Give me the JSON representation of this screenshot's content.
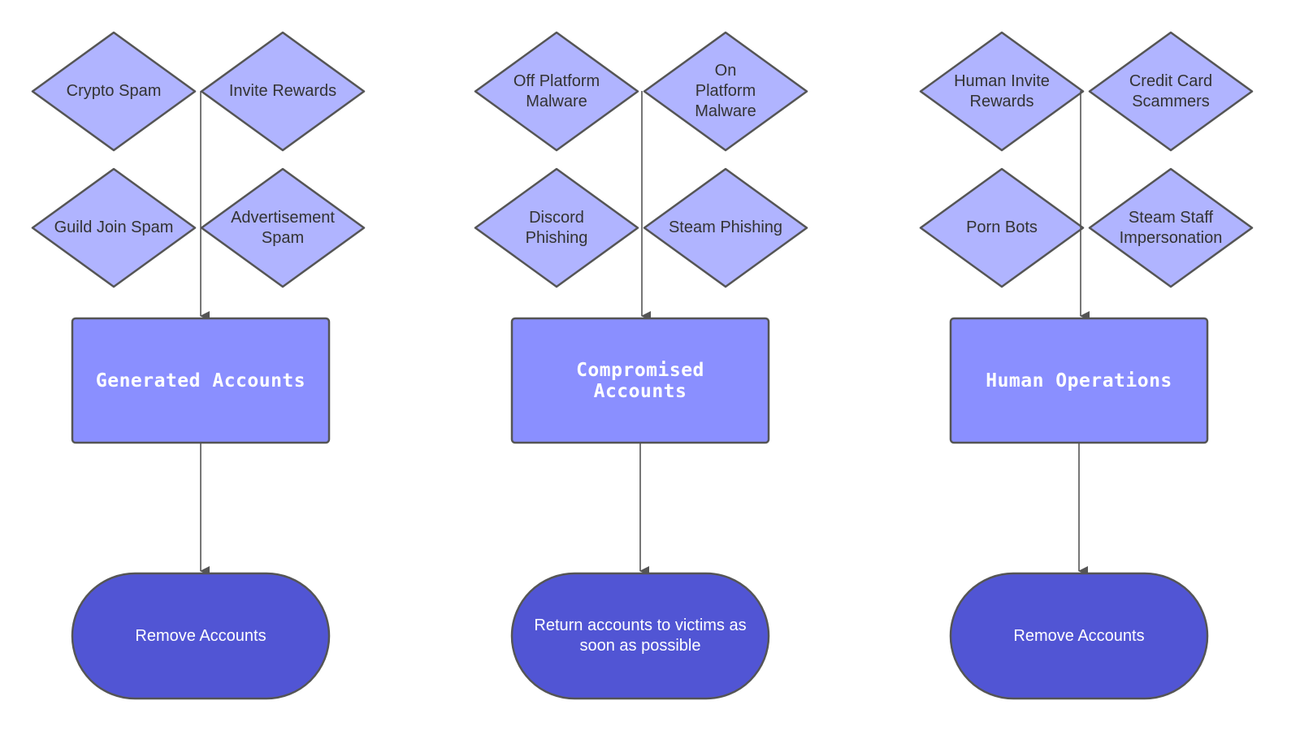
{
  "colors": {
    "diamond_fill": "#B0B4FF",
    "box_fill": "#8A8FFF",
    "terminal_fill": "#5155D4",
    "stroke": "#555555",
    "arrow": "#555555",
    "diamond_text": "#333333",
    "box_text": "#ffffff"
  },
  "columns": [
    {
      "id": "generated",
      "diamonds": [
        "Crypto Spam",
        "Invite Rewards",
        "Guild Join Spam",
        "Advertisement\nSpam"
      ],
      "category": "Generated Accounts",
      "action": "Remove Accounts"
    },
    {
      "id": "compromised",
      "diamonds": [
        "Off Platform\nMalware",
        "On\nPlatform\nMalware",
        "Discord\nPhishing",
        "Steam Phishing"
      ],
      "category": "Compromised\nAccounts",
      "action": "Return accounts to victims as\nsoon as possible"
    },
    {
      "id": "human",
      "diamonds": [
        "Human Invite\nRewards",
        "Credit Card\nScammers",
        "Porn Bots",
        "Steam Staff\nImpersonation"
      ],
      "category": "Human Operations",
      "action": "Remove Accounts"
    }
  ]
}
